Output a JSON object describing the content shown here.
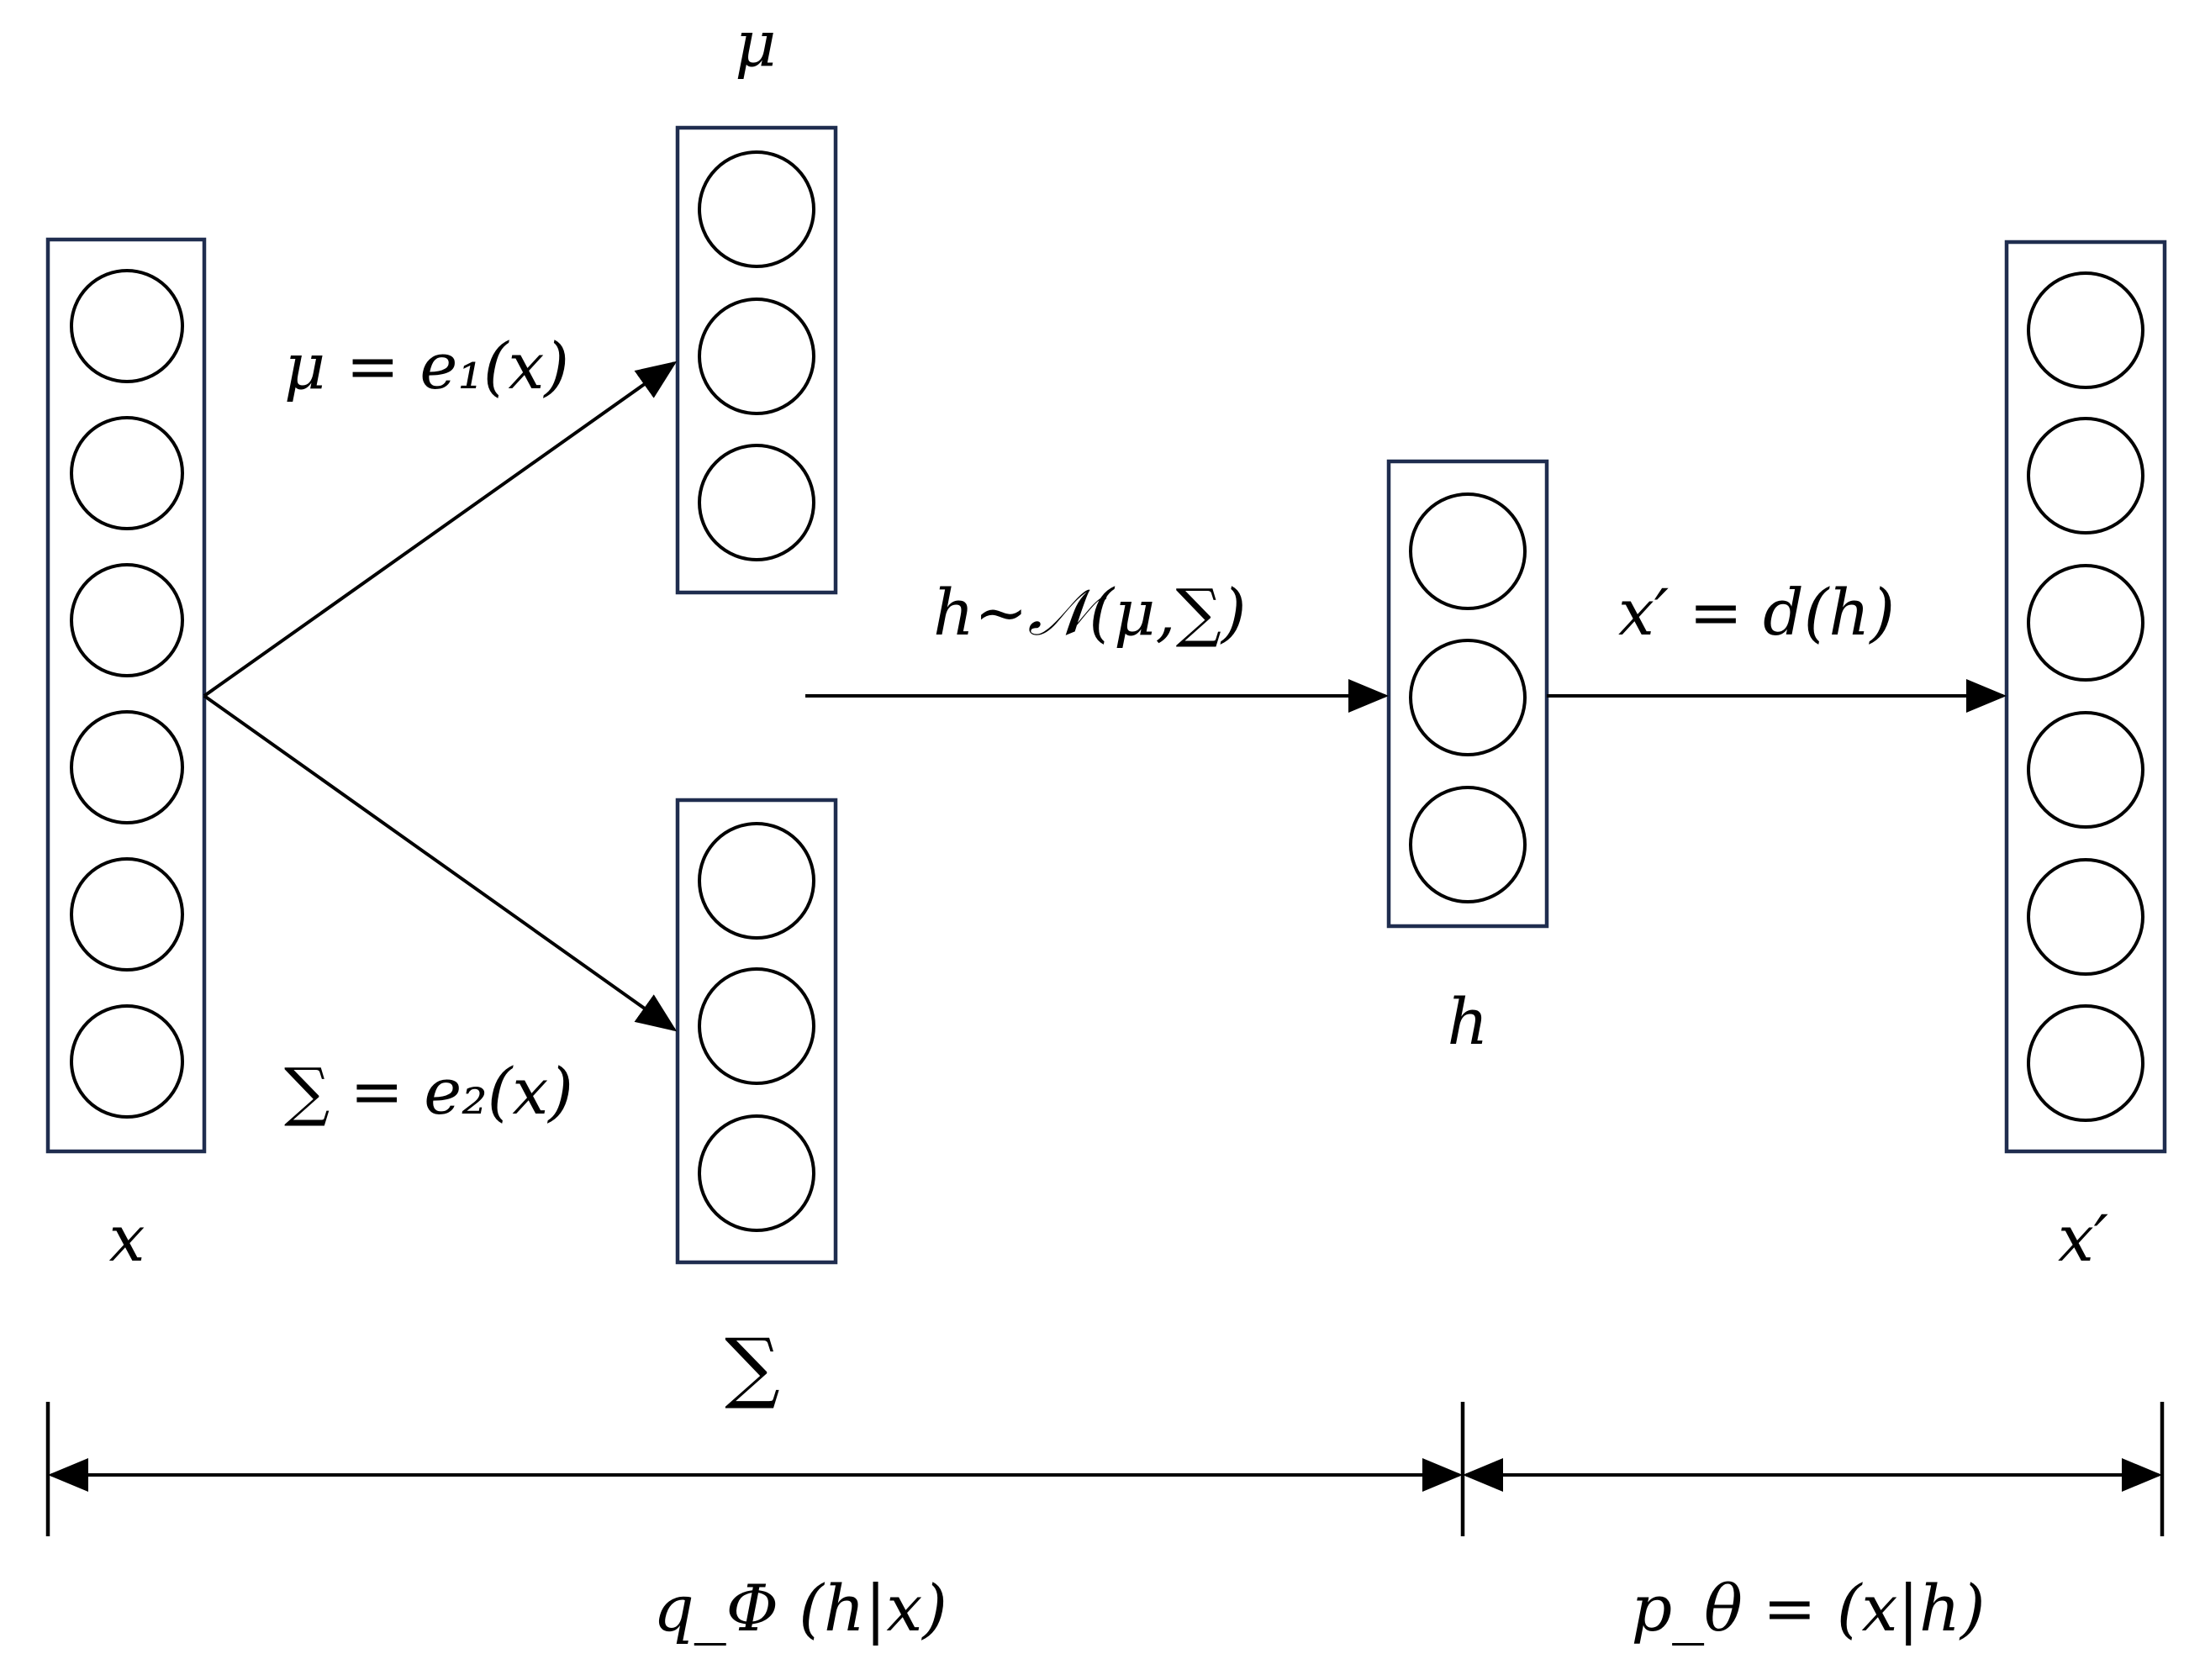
{
  "layers": {
    "input": {
      "label": "x",
      "neurons": 6
    },
    "mu": {
      "label": "μ",
      "neurons": 3
    },
    "sigma": {
      "label": "∑",
      "neurons": 3
    },
    "latent": {
      "label": "h",
      "neurons": 3
    },
    "output": {
      "label": "x′",
      "neurons": 6
    }
  },
  "edges": {
    "to_mu": "μ = e₁(x)",
    "to_sigma": "∑ = e₂(x)",
    "sampling": "h~𝒩(μ,∑)",
    "decode": "x′ = d(h)"
  },
  "spans": {
    "encoder": "q_Φ (h|x)",
    "decoder": "p_θ = (x|h)"
  },
  "colors": {
    "box_stroke": "#1f2d4f",
    "line": "#000000"
  }
}
